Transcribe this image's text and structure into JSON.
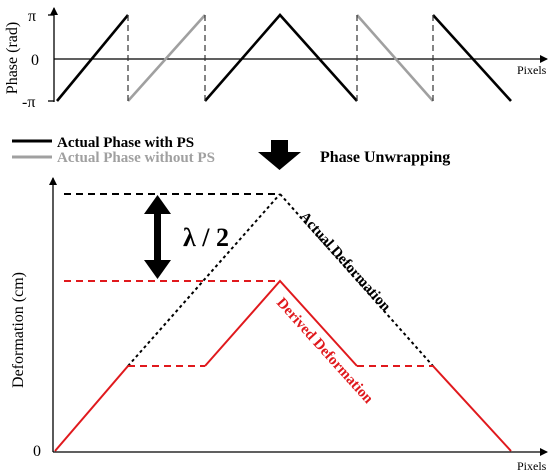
{
  "top_panel": {
    "y_label": "Phase (rad)",
    "x_label": "Pixels",
    "ticks": {
      "pi": "π",
      "zero": "0",
      "neg_pi": "-π"
    }
  },
  "legend": {
    "with_ps": "Actual Phase with PS",
    "without_ps": "Actual Phase without PS",
    "with_ps_color": "#000000",
    "without_ps_color": "#a0a0a0"
  },
  "process_label": "Phase Unwrapping",
  "bottom_panel": {
    "y_label": "Deformation (cm)",
    "x_label": "Pixels",
    "zero_tick": "0",
    "lambda_label": "λ / 2",
    "actual_label": "Actual Deformation",
    "derived_label": "Derived Deformation",
    "actual_color": "#000000",
    "derived_color": "#e0191d"
  }
}
